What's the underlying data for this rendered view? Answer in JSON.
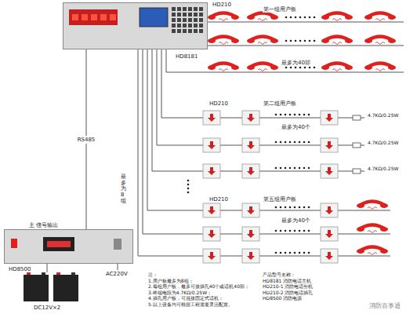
{
  "diagram": {
    "nodes": [
      {
        "text": [
          "HD8181"
        ]
      },
      {
        "text": [
          "主 信号输出",
          "HD8500"
        ]
      }
    ],
    "edges": [
      {
        "from": 1,
        "to": 0,
        "arrow": "none",
        "label": "RS485"
      }
    ],
    "labels": [
      "HD210",
      "第一组用户板",
      "最多为40部",
      "HD210",
      "第二组用户板",
      "最多为40个",
      "4.7KΩ/0.25W",
      "4.7KΩ/0.25W",
      "4.7KΩ/0.25W",
      "最多为8组",
      "HD210",
      "第五组用户板",
      "最多为40个",
      "DC12V×2",
      "AC220V",
      "注：",
      "1.用户板最多为8组；",
      "2.每组用户板，最多可接插孔40个或话机40部；",
      "3.终端电阻为4.7KΩ/0.25W；",
      "4.插孔用户板，可混接固定式话机；",
      "5.以上设备均可根据工程需要灵活配置。",
      "产品型号名称：",
      "HD8181 消防电话主机",
      "HD210-1 消防电话分机",
      "HD210-2 消防电话插孔",
      "HD8500 消防电源",
      "消防百事通"
    ]
  }
}
